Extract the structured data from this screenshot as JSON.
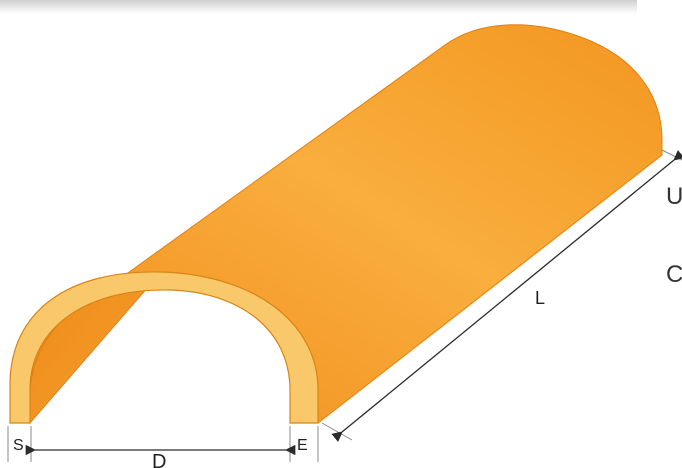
{
  "diagram": {
    "labels": {
      "length": "L",
      "diameter": "D",
      "start_edge": "S",
      "end_edge": "E"
    },
    "side_text": [
      "U",
      "C"
    ],
    "colors": {
      "tile_body": "#f7941d",
      "tile_highlight": "#f9b040",
      "tile_edge": "#f9c86a",
      "dimension_line": "#2b2b2b"
    }
  }
}
